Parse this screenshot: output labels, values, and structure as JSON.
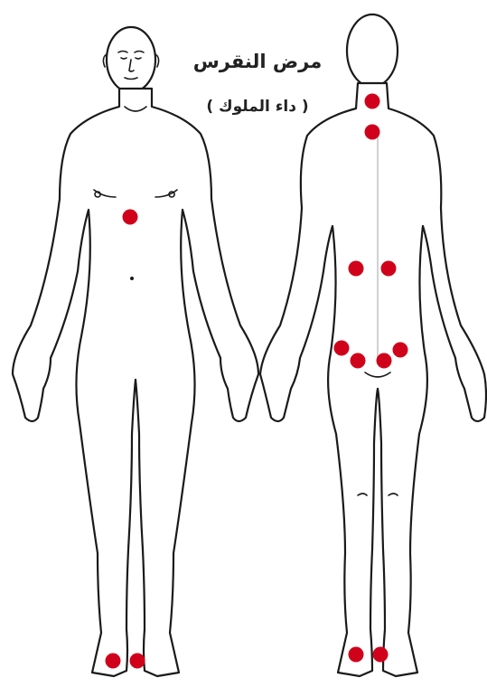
{
  "title": "مرض النقرس",
  "subtitle": "( داء الملوك )",
  "colors": {
    "marker": "#d0021b",
    "outline": "#1a1a1a",
    "background": "#ffffff"
  },
  "figures": [
    {
      "id": "front",
      "view": "front"
    },
    {
      "id": "back",
      "view": "back"
    }
  ],
  "marker_count": 13
}
